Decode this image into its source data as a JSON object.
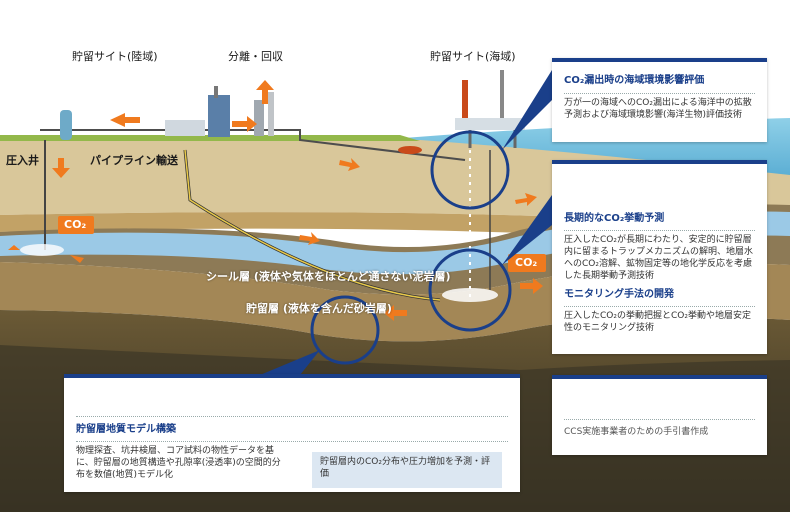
{
  "labels": {
    "site_land": "貯留サイト(陸域)",
    "separation": "分離・回収",
    "site_sea": "貯留サイト(海域)",
    "injection_well": "圧入井",
    "pipeline": "パイプライン輸送",
    "co2_left": "CO₂",
    "co2_right": "CO₂",
    "seal_layer": "シール層 (液体や気体をほとんど通さない泥岩層)",
    "reservoir_layer": "貯留層 (液体を含んだ砂岩層)"
  },
  "panel_top": {
    "title": "CO₂漏出時の海域環境影響評価",
    "text": "万が一の海域へのCO₂漏出による海洋中の拡散予測および海域環境影響(海洋生物)評価技術"
  },
  "panel_mid": {
    "title1": "長期的なCO₂挙動予測",
    "text1": "圧入したCO₂が長期にわたり、安定的に貯留層内に留まるトラップメカニズムの解明、地層水へのCO₂溶解、鉱物固定等の地化学反応を考慮した長期挙動予測技術",
    "title2": "モニタリング手法の開発",
    "text2": "圧入したCO₂の挙動把握とCO₂挙動や地層安定性のモニタリング技術"
  },
  "panel_bottom": {
    "title": "貯留層地質モデル構築",
    "text": "物理探査、坑井検層、コア試料の物性データを基に、貯留層の地質構造や孔隙率(浸透率)の空間的分布を数値(地質)モデル化",
    "result": "貯留層内のCO₂分布や圧力増加を予測・評価"
  },
  "panel_guide": {
    "text": "CCS実施事業者のための手引書作成"
  },
  "colors": {
    "accent": "#1a3f8a",
    "arrow": "#f07a1e",
    "sea": "#7cc4e0",
    "sky": "#ffffff"
  }
}
